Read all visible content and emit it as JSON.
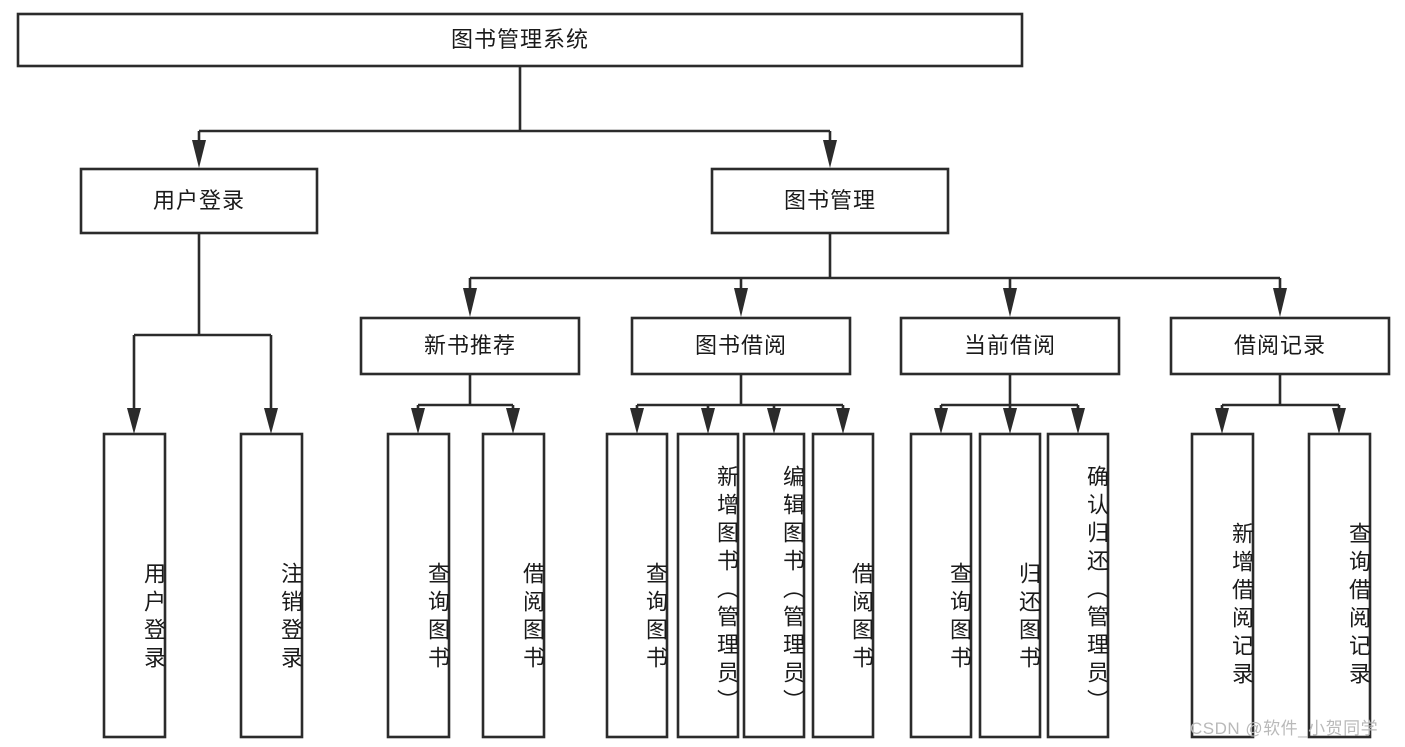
{
  "diagram": {
    "title": "图书管理系统",
    "type": "tree-hierarchy-chart",
    "root": {
      "id": "root",
      "label": "图书管理系统",
      "orientation": "horizontal"
    },
    "level2": [
      {
        "id": "user-login",
        "label": "用户登录",
        "orientation": "horizontal"
      },
      {
        "id": "book-management",
        "label": "图书管理",
        "orientation": "horizontal"
      }
    ],
    "level3": [
      {
        "id": "new-book-recommend",
        "label": "新书推荐",
        "orientation": "horizontal"
      },
      {
        "id": "book-borrow",
        "label": "图书借阅",
        "orientation": "horizontal"
      },
      {
        "id": "current-borrow",
        "label": "当前借阅",
        "orientation": "horizontal"
      },
      {
        "id": "borrow-record",
        "label": "借阅记录",
        "orientation": "horizontal"
      }
    ],
    "leaves": {
      "user_login": [
        {
          "id": "leaf-user-login",
          "label": "用户登录",
          "orientation": "vertical"
        },
        {
          "id": "leaf-logout-login",
          "label": "注销登录",
          "orientation": "vertical"
        }
      ],
      "new_book_recommend": [
        {
          "id": "leaf-query-book-1",
          "label": "查询图书",
          "orientation": "vertical"
        },
        {
          "id": "leaf-borrow-book-1",
          "label": "借阅图书",
          "orientation": "vertical"
        }
      ],
      "book_borrow": [
        {
          "id": "leaf-query-book-2",
          "label": "查询图书",
          "orientation": "vertical"
        },
        {
          "id": "leaf-add-book",
          "label": "新增图书（管理员）",
          "orientation": "vertical"
        },
        {
          "id": "leaf-edit-book",
          "label": "编辑图书（管理员）",
          "orientation": "vertical"
        },
        {
          "id": "leaf-borrow-book-2",
          "label": "借阅图书",
          "orientation": "vertical"
        }
      ],
      "current_borrow": [
        {
          "id": "leaf-query-book-3",
          "label": "查询图书",
          "orientation": "vertical"
        },
        {
          "id": "leaf-return-book",
          "label": "归还图书",
          "orientation": "vertical"
        },
        {
          "id": "leaf-confirm-return",
          "label": "确认归还（管理员）",
          "orientation": "vertical"
        }
      ],
      "borrow_record": [
        {
          "id": "leaf-add-record",
          "label": "新增借阅记录",
          "orientation": "vertical"
        },
        {
          "id": "leaf-query-record",
          "label": "查询借阅记录",
          "orientation": "vertical"
        }
      ]
    },
    "colors": {
      "background": "#ffffff",
      "box_fill": "#ffffff",
      "box_stroke": "#2b2b2b",
      "text": "#1a1a1a",
      "watermark": "#b9b9b9"
    }
  },
  "watermark": {
    "text": "CSDN @软件_小贺同学"
  }
}
